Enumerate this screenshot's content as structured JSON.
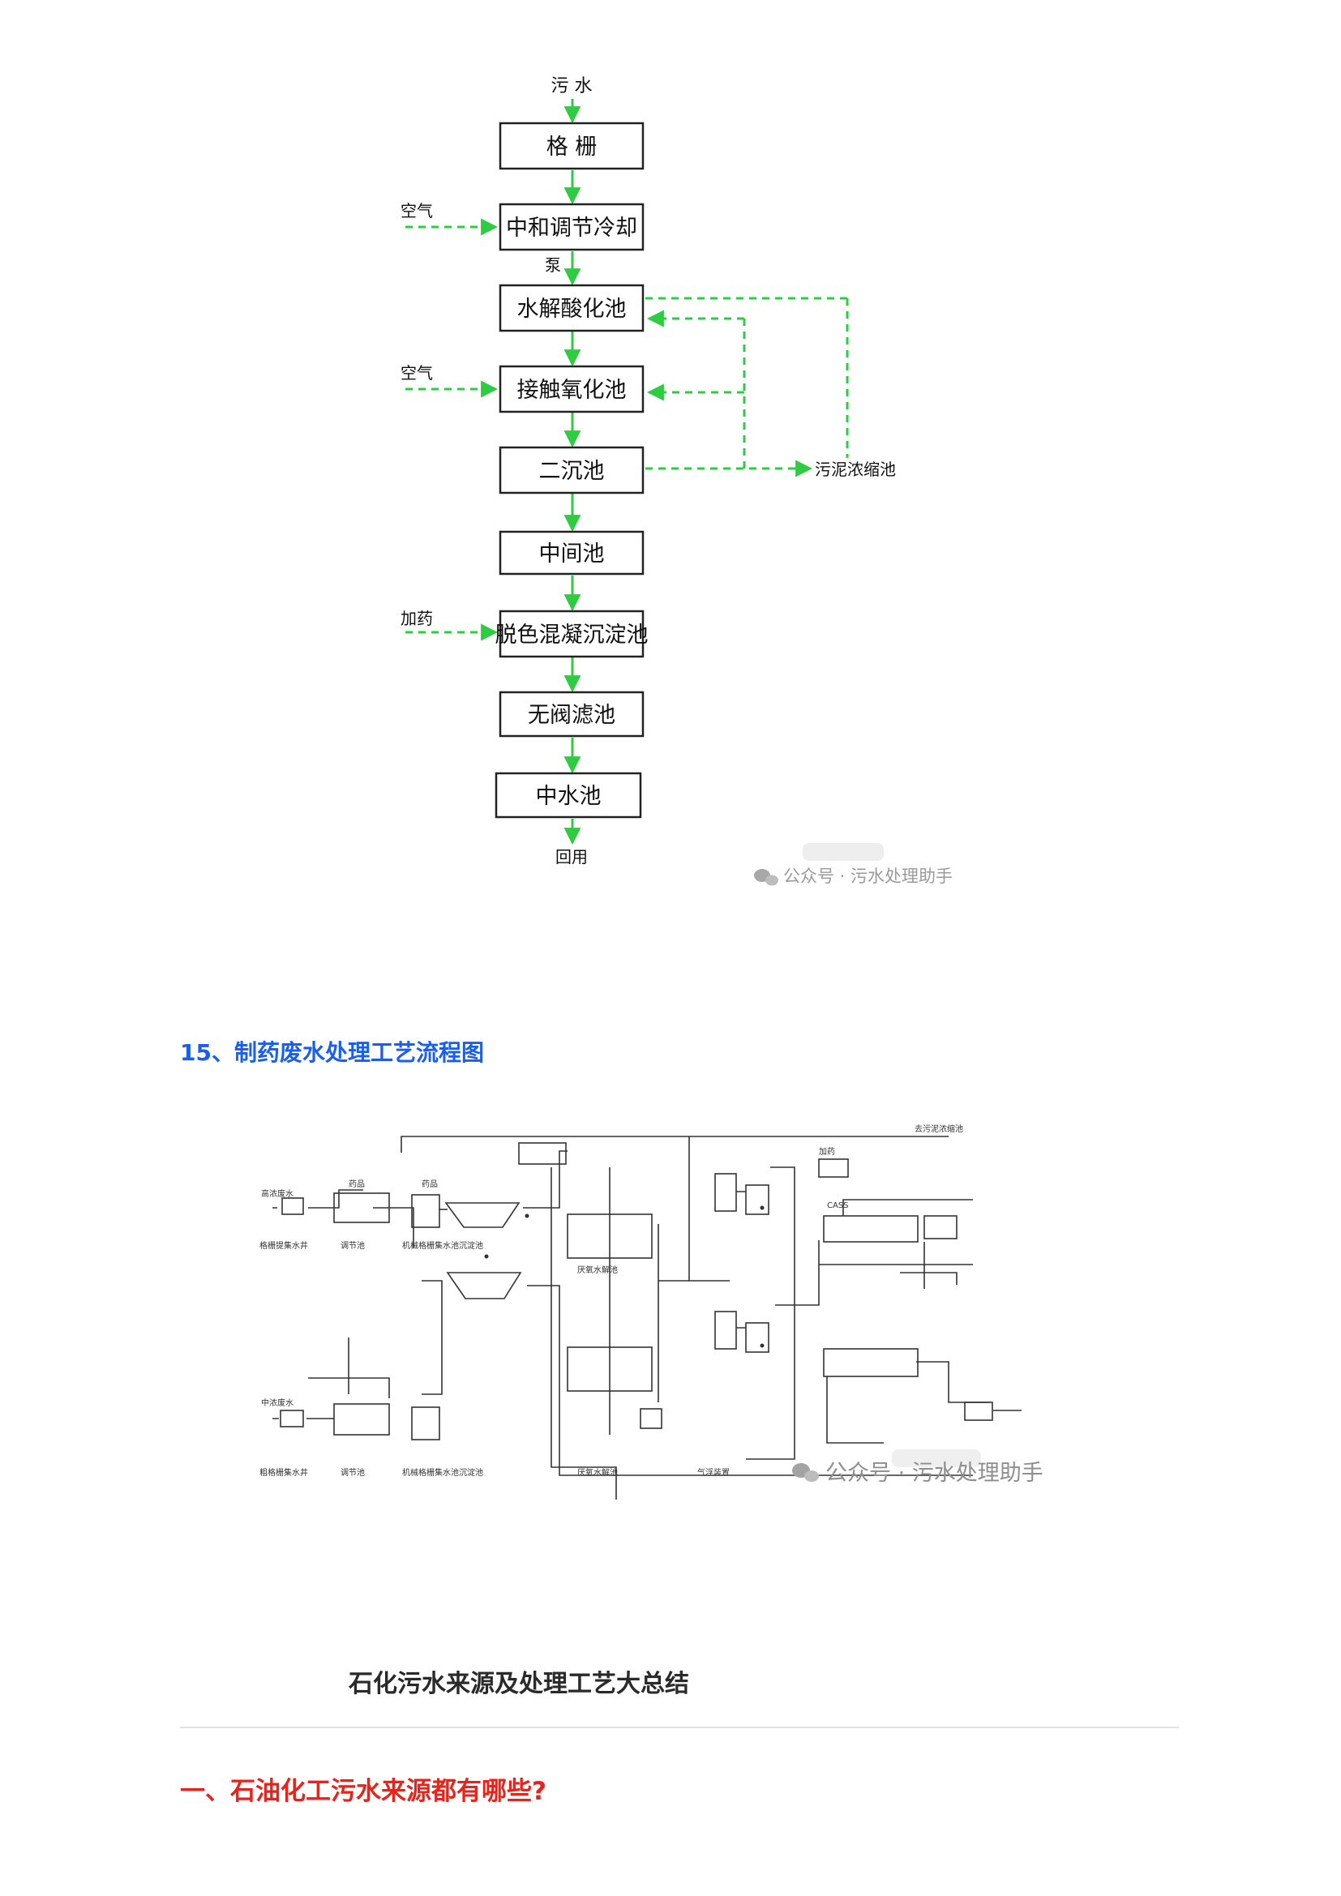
{
  "flow1": {
    "input": "污 水",
    "blocks": [
      "格  栅",
      "中和调节冷却",
      "水解酸化池",
      "接触氧化池",
      "二沉池",
      "中间池",
      "脱色混凝沉淀池",
      "无阀滤池",
      "中水池"
    ],
    "side_inputs": [
      "空气",
      "空气",
      "加药"
    ],
    "pump": "泵",
    "sludge": "污泥浓缩池",
    "output": "回用",
    "watermark": "公众号 · 污水处理助手",
    "line_color": "#2ecc40"
  },
  "section15": {
    "title": "15、制药废水处理工艺流程图"
  },
  "flow2": {
    "top_right": "去污泥浓缩池",
    "tank_labels_left_top": [
      "格栅提集水井",
      "调节池",
      "机械格栅集水池沉淀池"
    ],
    "tank_labels_left_bottom": [
      "粗格栅集水井",
      "调节池",
      "机械格栅集水池沉淀池"
    ],
    "anaerobic": [
      "厌氧水解池",
      "厌氧水解池"
    ],
    "misc": [
      "高浓废水",
      "中浓废水",
      "药品",
      "药品",
      "加药",
      "气浮装置",
      "CASS"
    ],
    "watermark": "公众号 · 污水处理助手"
  },
  "article": {
    "title": "石化污水来源及处理工艺大总结",
    "section1": "一、石油化工污水来源都有哪些?"
  }
}
